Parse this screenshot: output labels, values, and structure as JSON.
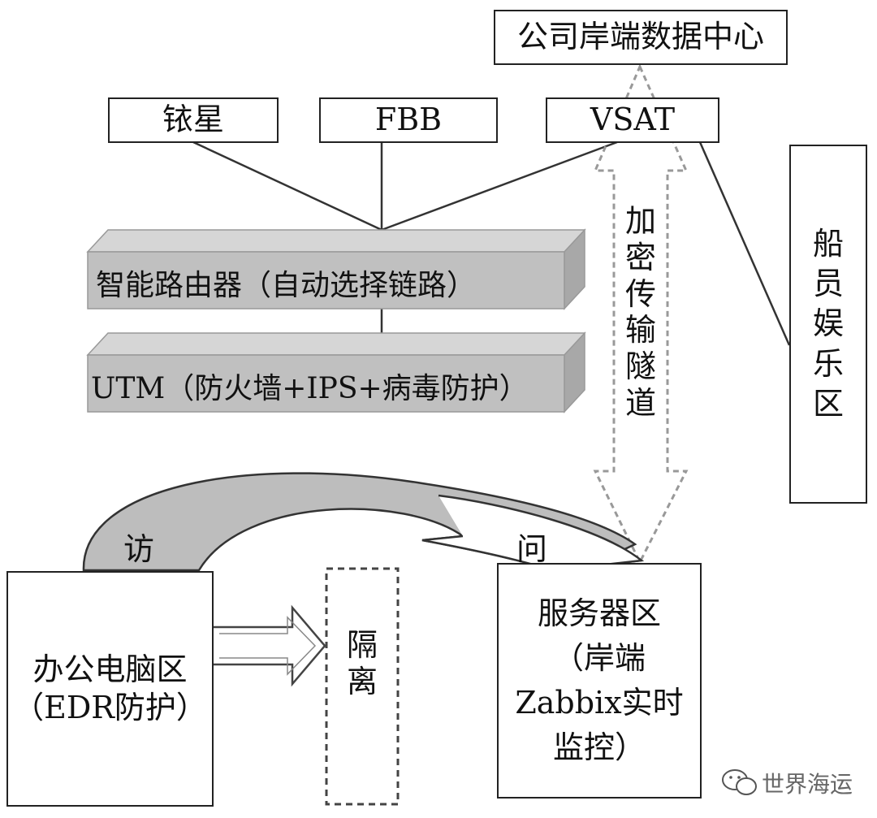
{
  "datacenter": "公司岸端数据中心",
  "links": {
    "iridium": "铱星",
    "fbb": "FBB",
    "vsat": "VSAT"
  },
  "router": "智能路由器（自动选择链路）",
  "utm": "UTM（防火墙+IPS+病毒防护）",
  "tunnel": [
    "加",
    "密",
    "传",
    "输",
    "隧",
    "道"
  ],
  "crew_zone": [
    "船",
    "员",
    "娱",
    "乐",
    "区"
  ],
  "access": {
    "left": "访",
    "right": "问"
  },
  "office": {
    "line1": "办公电脑区",
    "line2": "（EDR防护）"
  },
  "isolation": [
    "隔",
    "离"
  ],
  "server": {
    "line1": "服务器区",
    "line2": "（岸端",
    "line3": "Zabbix实时",
    "line4": "监控）"
  },
  "watermark": "世界海运"
}
